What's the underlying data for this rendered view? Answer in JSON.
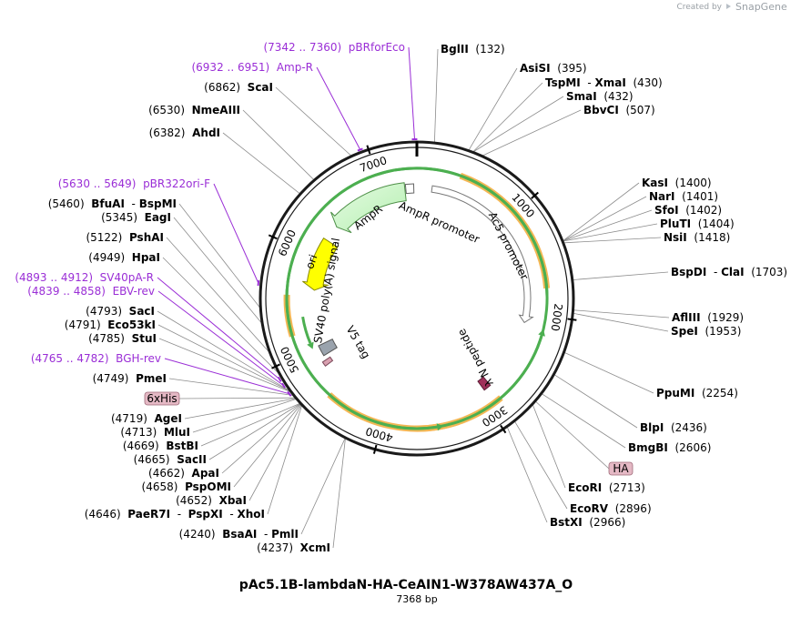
{
  "plasmid": {
    "name": "pAc5.1B-lambdaN-HA-CeAIN1-W378AW437A_O",
    "length_text": "7368 bp",
    "length": 7368
  },
  "branding": {
    "created_by": "Created by",
    "product": "SnapGene"
  },
  "ticks": [
    {
      "pos": 1000,
      "label": "1000"
    },
    {
      "pos": 2000,
      "label": "2000"
    },
    {
      "pos": 3000,
      "label": "3000"
    },
    {
      "pos": 4000,
      "label": "4000"
    },
    {
      "pos": 5000,
      "label": "5000"
    },
    {
      "pos": 6000,
      "label": "6000"
    },
    {
      "pos": 7000,
      "label": "7000"
    }
  ],
  "sites_right": [
    {
      "site": 132,
      "parts": [
        {
          "t": "BglII",
          "b": true
        },
        {
          "t": "  (132)",
          "b": false
        }
      ]
    },
    {
      "site": 395,
      "parts": [
        {
          "t": "AsiSI",
          "b": true
        },
        {
          "t": "  (395)",
          "b": false
        }
      ]
    },
    {
      "site": 430,
      "parts": [
        {
          "t": "TspMI",
          "b": true
        },
        {
          "t": "  - ",
          "b": false
        },
        {
          "t": "XmaI",
          "b": true
        },
        {
          "t": "  (430)",
          "b": false
        }
      ]
    },
    {
      "site": 432,
      "parts": [
        {
          "t": "SmaI",
          "b": true
        },
        {
          "t": "  (432)",
          "b": false
        }
      ]
    },
    {
      "site": 507,
      "parts": [
        {
          "t": "BbvCI",
          "b": true
        },
        {
          "t": "  (507)",
          "b": false
        }
      ]
    },
    {
      "site": 1400,
      "parts": [
        {
          "t": "KasI",
          "b": true
        },
        {
          "t": "  (1400)",
          "b": false
        }
      ]
    },
    {
      "site": 1401,
      "parts": [
        {
          "t": "NarI",
          "b": true
        },
        {
          "t": "  (1401)",
          "b": false
        }
      ]
    },
    {
      "site": 1402,
      "parts": [
        {
          "t": "SfoI",
          "b": true
        },
        {
          "t": "  (1402)",
          "b": false
        }
      ]
    },
    {
      "site": 1404,
      "parts": [
        {
          "t": "PluTI",
          "b": true
        },
        {
          "t": "  (1404)",
          "b": false
        }
      ]
    },
    {
      "site": 1418,
      "parts": [
        {
          "t": "NsiI",
          "b": true
        },
        {
          "t": "  (1418)",
          "b": false
        }
      ]
    },
    {
      "site": 1703,
      "parts": [
        {
          "t": "BspDI",
          "b": true
        },
        {
          "t": "  - ",
          "b": false
        },
        {
          "t": "ClaI",
          "b": true
        },
        {
          "t": "  (1703)",
          "b": false
        }
      ]
    },
    {
      "site": 1929,
      "parts": [
        {
          "t": "AflIII",
          "b": true
        },
        {
          "t": "  (1929)",
          "b": false
        }
      ]
    },
    {
      "site": 1953,
      "parts": [
        {
          "t": "SpeI",
          "b": true
        },
        {
          "t": "  (1953)",
          "b": false
        }
      ]
    },
    {
      "site": 2254,
      "parts": [
        {
          "t": "PpuMI",
          "b": true
        },
        {
          "t": "  (2254)",
          "b": false
        }
      ]
    },
    {
      "site": 2436,
      "parts": [
        {
          "t": "BlpI",
          "b": true
        },
        {
          "t": "  (2436)",
          "b": false
        }
      ]
    },
    {
      "site": 2606,
      "parts": [
        {
          "t": "BmgBI",
          "b": true
        },
        {
          "t": "  (2606)",
          "b": false
        }
      ]
    },
    {
      "site": 2713,
      "parts": [
        {
          "t": "EcoRI",
          "b": true
        },
        {
          "t": "  (2713)",
          "b": false
        }
      ]
    },
    {
      "site": 2896,
      "parts": [
        {
          "t": "EcoRV",
          "b": true
        },
        {
          "t": "  (2896)",
          "b": false
        }
      ]
    },
    {
      "site": 2966,
      "parts": [
        {
          "t": "BstXI",
          "b": true
        },
        {
          "t": "  (2966)",
          "b": false
        }
      ]
    }
  ],
  "sites_left": [
    {
      "site": 6862,
      "kind": "enzyme",
      "parts": [
        {
          "t": "(6862)  ",
          "b": false
        },
        {
          "t": "ScaI",
          "b": true
        }
      ]
    },
    {
      "site": 6530,
      "kind": "enzyme",
      "parts": [
        {
          "t": "(6530)  ",
          "b": false
        },
        {
          "t": "NmeAIII",
          "b": true
        }
      ]
    },
    {
      "site": 6382,
      "kind": "enzyme",
      "parts": [
        {
          "t": "(6382)  ",
          "b": false
        },
        {
          "t": "AhdI",
          "b": true
        }
      ]
    },
    {
      "site": 5460,
      "kind": "enzyme",
      "parts": [
        {
          "t": "(5460)  ",
          "b": false
        },
        {
          "t": "BfuAI",
          "b": true
        },
        {
          "t": "  - ",
          "b": false
        },
        {
          "t": "BspMI",
          "b": true
        }
      ]
    },
    {
      "site": 5345,
      "kind": "enzyme",
      "parts": [
        {
          "t": "(5345)  ",
          "b": false
        },
        {
          "t": "EagI",
          "b": true
        }
      ]
    },
    {
      "site": 5122,
      "kind": "enzyme",
      "parts": [
        {
          "t": "(5122)  ",
          "b": false
        },
        {
          "t": "PshAI",
          "b": true
        }
      ]
    },
    {
      "site": 4949,
      "kind": "enzyme",
      "parts": [
        {
          "t": "(4949)  ",
          "b": false
        },
        {
          "t": "HpaI",
          "b": true
        }
      ]
    },
    {
      "site": 4793,
      "kind": "enzyme",
      "parts": [
        {
          "t": "(4793)  ",
          "b": false
        },
        {
          "t": "SacI",
          "b": true
        }
      ]
    },
    {
      "site": 4791,
      "kind": "enzyme",
      "parts": [
        {
          "t": "(4791)  ",
          "b": false
        },
        {
          "t": "Eco53kI",
          "b": true
        }
      ]
    },
    {
      "site": 4785,
      "kind": "enzyme",
      "parts": [
        {
          "t": "(4785)  ",
          "b": false
        },
        {
          "t": "StuI",
          "b": true
        }
      ]
    },
    {
      "site": 4749,
      "kind": "enzyme",
      "parts": [
        {
          "t": "(4749)  ",
          "b": false
        },
        {
          "t": "PmeI",
          "b": true
        }
      ]
    },
    {
      "site": 4719,
      "kind": "enzyme",
      "parts": [
        {
          "t": "(4719)  ",
          "b": false
        },
        {
          "t": "AgeI",
          "b": true
        }
      ]
    },
    {
      "site": 4713,
      "kind": "enzyme",
      "parts": [
        {
          "t": "(4713)  ",
          "b": false
        },
        {
          "t": "MluI",
          "b": true
        }
      ]
    },
    {
      "site": 4669,
      "kind": "enzyme",
      "parts": [
        {
          "t": "(4669)  ",
          "b": false
        },
        {
          "t": "BstBI",
          "b": true
        }
      ]
    },
    {
      "site": 4665,
      "kind": "enzyme",
      "parts": [
        {
          "t": "(4665)  ",
          "b": false
        },
        {
          "t": "SacII",
          "b": true
        }
      ]
    },
    {
      "site": 4662,
      "kind": "enzyme",
      "parts": [
        {
          "t": "(4662)  ",
          "b": false
        },
        {
          "t": "ApaI",
          "b": true
        }
      ]
    },
    {
      "site": 4658,
      "kind": "enzyme",
      "parts": [
        {
          "t": "(4658)  ",
          "b": false
        },
        {
          "t": "PspOMI",
          "b": true
        }
      ]
    },
    {
      "site": 4652,
      "kind": "enzyme",
      "parts": [
        {
          "t": "(4652)  ",
          "b": false
        },
        {
          "t": "XbaI",
          "b": true
        }
      ]
    },
    {
      "site": 4646,
      "kind": "enzyme",
      "parts": [
        {
          "t": "(4646)  ",
          "b": false
        },
        {
          "t": "PaeR7I",
          "b": true
        },
        {
          "t": "  -  ",
          "b": false
        },
        {
          "t": "PspXI",
          "b": true
        },
        {
          "t": "  - ",
          "b": false
        },
        {
          "t": "XhoI",
          "b": true
        }
      ]
    },
    {
      "site": 4240,
      "kind": "enzyme",
      "parts": [
        {
          "t": "(4240)  ",
          "b": false
        },
        {
          "t": "BsaAI",
          "b": true
        },
        {
          "t": "  - ",
          "b": false
        },
        {
          "t": "PmlI",
          "b": true
        }
      ]
    },
    {
      "site": 4237,
      "kind": "enzyme",
      "parts": [
        {
          "t": "(4237)  ",
          "b": false
        },
        {
          "t": "XcmI",
          "b": true
        }
      ]
    }
  ],
  "primers": [
    {
      "site": 7351,
      "label": "(7342 .. 7360)  pBRforEco"
    },
    {
      "site": 6941,
      "label": "(6932 .. 6951)  Amp-R"
    },
    {
      "site": 5640,
      "label": "(5630 .. 5649)  pBR322ori-F"
    },
    {
      "site": 4902,
      "label": "(4893 .. 4912)  SV40pA-R"
    },
    {
      "site": 4848,
      "label": "(4839 .. 4858)  EBV-rev"
    },
    {
      "site": 4773,
      "label": "(4765 .. 4782)  BGH-rev"
    }
  ],
  "tag_boxes": [
    {
      "site": 4725,
      "label": "6xHis"
    },
    {
      "site": 2680,
      "label": "HA"
    }
  ],
  "features": [
    {
      "name": "AmpR promoter",
      "start": 7340,
      "end": 7240,
      "kind": "promoter"
    },
    {
      "name": "AmpR",
      "start": 7240,
      "end": 6380,
      "kind": "cds"
    },
    {
      "name": "ori",
      "start": 6200,
      "end": 5620,
      "kind": "ori"
    },
    {
      "name": "Ac5 promoter",
      "start": 160,
      "end": 2090,
      "kind": "promoter"
    },
    {
      "name": "λ N peptide",
      "start": 2860,
      "end": 2940,
      "kind": "peptide"
    },
    {
      "name": "V5 tag",
      "start": 4780,
      "end": 4830,
      "kind": "tag"
    },
    {
      "name": "SV40 poly(A) signal",
      "start": 4880,
      "end": 5000,
      "kind": "polyA"
    }
  ],
  "colors": {
    "backbone": "#1a1a1a",
    "primer": "#9a2ed6",
    "orange_band": "#f4b755",
    "green_arrow": "#4caf50",
    "amp_fill": "#c9f7c6",
    "ori_fill": "#ffff00",
    "peptide": "#a0315a",
    "tag_box": "#e4b8c4"
  }
}
